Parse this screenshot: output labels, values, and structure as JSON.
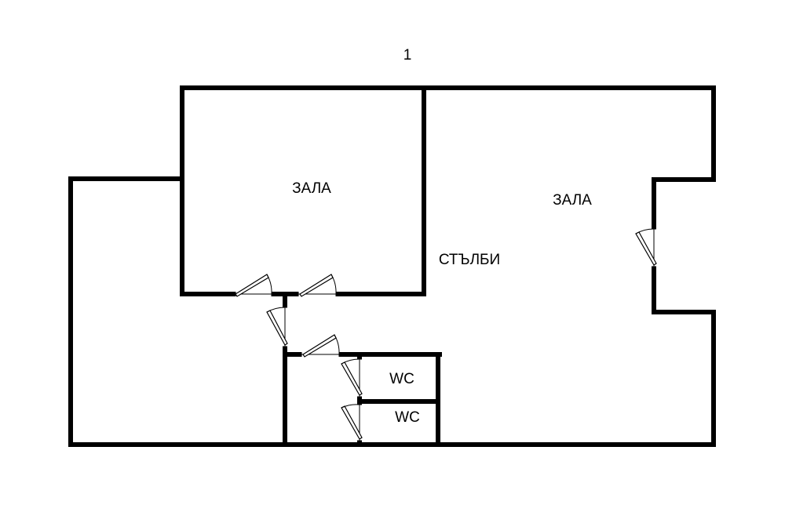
{
  "floor_number": "1",
  "rooms": {
    "hall_left": "ЗАЛА",
    "hall_right": "ЗАЛА",
    "stairs": "СТЪЛБИ",
    "wc_upper": "WC",
    "wc_lower": "WC"
  },
  "colors": {
    "wall": "#000000",
    "background": "#ffffff"
  }
}
